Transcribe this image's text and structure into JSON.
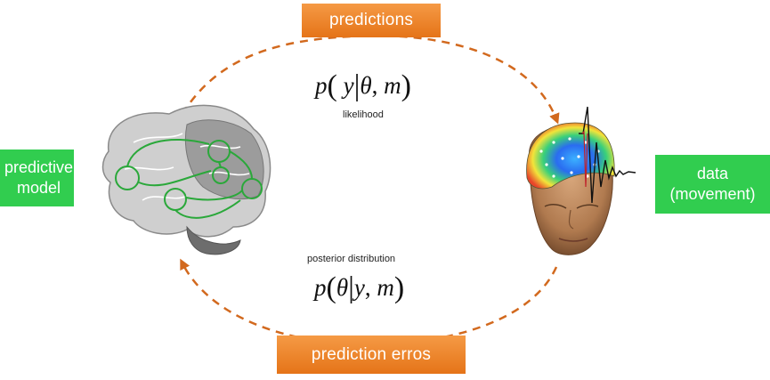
{
  "labels": {
    "top": "predictions",
    "bottom": "prediction erros",
    "left_line1": "predictive",
    "left_line2": "model",
    "right_line1": "data",
    "right_line2": "(movement)"
  },
  "formulas": {
    "likelihood": {
      "fn": "p",
      "a": "y",
      "b": "θ",
      "c": "m",
      "caption": "likelihood"
    },
    "posterior": {
      "fn": "p",
      "a": "θ",
      "b": "y",
      "c": "m",
      "caption": "posterior distribution"
    }
  },
  "colors": {
    "orange": "#e8801f",
    "green": "#31cd4f",
    "arrow": "#d2691e"
  }
}
